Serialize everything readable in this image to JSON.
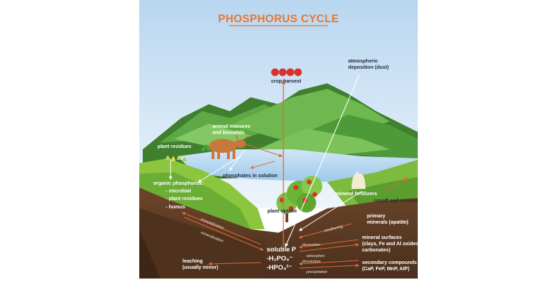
{
  "title": "PHOSPHORUS CYCLE",
  "labels": {
    "crop_harvest": "crop harvest",
    "atmospheric_1": "atmospheric",
    "atmospheric_2": "deposition (dust)",
    "animal_manures_1": "animal manures",
    "animal_manures_2": "and biosolids",
    "plant_residues": "plant residues",
    "phosphates_solution": "phosphates in solution",
    "organic_p": "organic phosphorus:",
    "organic_items": [
      "- microbial",
      "- plant residues",
      "- humus"
    ],
    "mineral_fertilizers": "mineral fertilizers",
    "runoff": "runoff and erosion",
    "plant_uptake": "plant uptake",
    "primary_1": "primary",
    "primary_2": "minerals (apatite)",
    "immobilization": "immobilization",
    "mineralization": "mineralization",
    "weathering": "weathering",
    "mineral_surfaces_1": "mineral surfaces",
    "mineral_surfaces_2": "(clays, Fe and Al oxides,",
    "mineral_surfaces_3": "carbonates)",
    "desorption": "desorption",
    "adsorption": "adsorption",
    "dissolution": "dissolution",
    "precipitation": "precipitation",
    "secondary_1": "secondary compounds",
    "secondary_2": "(CaP, FeP, MnP, AlP)",
    "leaching_1": "leaching",
    "leaching_2": "(usually minor)",
    "soluble_p": "soluble P",
    "h2po4": "-H₂PO₄⁻",
    "hpo4": "-HPO₄²⁻"
  },
  "colors": {
    "title": "#e8772e",
    "sky": "#cfe3f5",
    "mountain": "#4e9a3a",
    "soil": "#5a3a22",
    "arrow": "#e06a3a",
    "water": "#b9daf3"
  }
}
